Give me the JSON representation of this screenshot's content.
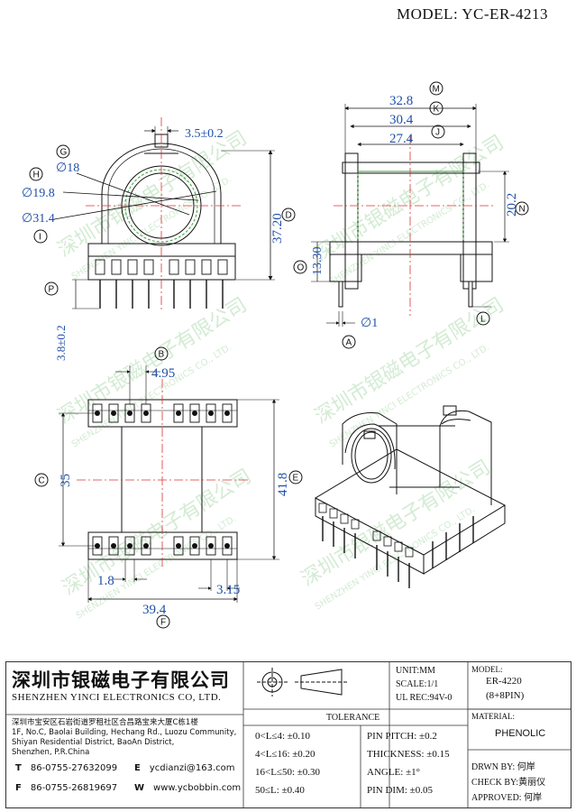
{
  "header": {
    "model_title": "MODEL: YC-ER-4213"
  },
  "dimensions": {
    "d35": "3.5±0.2",
    "d18": "∅18",
    "d198": "∅19.8",
    "d314": "∅31.4",
    "d372": "37.20",
    "d38": "3.8±0.2",
    "d328": "32.8",
    "d304": "30.4",
    "d274": "27.4",
    "d202": "20.2",
    "d133": "13.30",
    "d1": "∅1",
    "d495": "4.95",
    "d35b": "35",
    "d418": "41.8",
    "d18b": "1.8",
    "d315": "3.15",
    "d394": "39.4"
  },
  "markers": {
    "G": "G",
    "H": "H",
    "I": "I",
    "D": "D",
    "P": "P",
    "M": "M",
    "K": "K",
    "J": "J",
    "N": "N",
    "O": "O",
    "A": "A",
    "L": "L",
    "B": "B",
    "C": "C",
    "E": "E",
    "F": "F"
  },
  "watermark": {
    "cn": "深圳市银磁电子有限公司",
    "en": "SHENZHEN YINCI ELECTRONICS CO., LTD."
  },
  "title_block": {
    "company_cn": "深圳市银磁电子有限公司",
    "company_en": "SHENZHEN YINCI ELECTRONICS CO, LTD.",
    "addr_cn": "深圳市宝安区石岩街道罗租社区合昌路宝来大厦C栋1楼",
    "addr_en1": "1F, No.C, Baolai Building, Hechang Rd., Luozu Community,",
    "addr_en2": "Shiyan Residential District, BaoAn District,",
    "addr_en3": "Shenzhen, P.R.China",
    "tel_label": "T",
    "tel": "86-0755-27632099",
    "fax_label": "F",
    "fax": "86-0755-26819697",
    "email_label": "E",
    "email": "ycdianzi@163.com",
    "web_label": "W",
    "web": "www.ycbobbin.com",
    "unit": "UNIT:MM",
    "scale": "SCALE:1/1",
    "ul": "UL REC:94V-0",
    "model_label": "MODEL:",
    "model_value": "ER-4220",
    "pins": "(8+8PIN)",
    "material_label": "MATERIAL:",
    "material_value": "PHENOLIC",
    "tolerance_label": "TOLERANCE",
    "tol1": "0<L≤4: ±0.10",
    "tol2": "4<L≤16: ±0.20",
    "tol3": "16<L≤50: ±0.30",
    "tol4": "50≤L: ±0.40",
    "pin_pitch": "PIN PITCH: ±0.2",
    "thickness": "THICKNESS: ±0.15",
    "angle": "ANGLE: ±1°",
    "pin_dim": "PIN DIM: ±0.05",
    "drawn": "DRWN BY: 何岸",
    "check": "CHECK BY:黄丽仪",
    "approved": "APPROVED: 何岸"
  }
}
